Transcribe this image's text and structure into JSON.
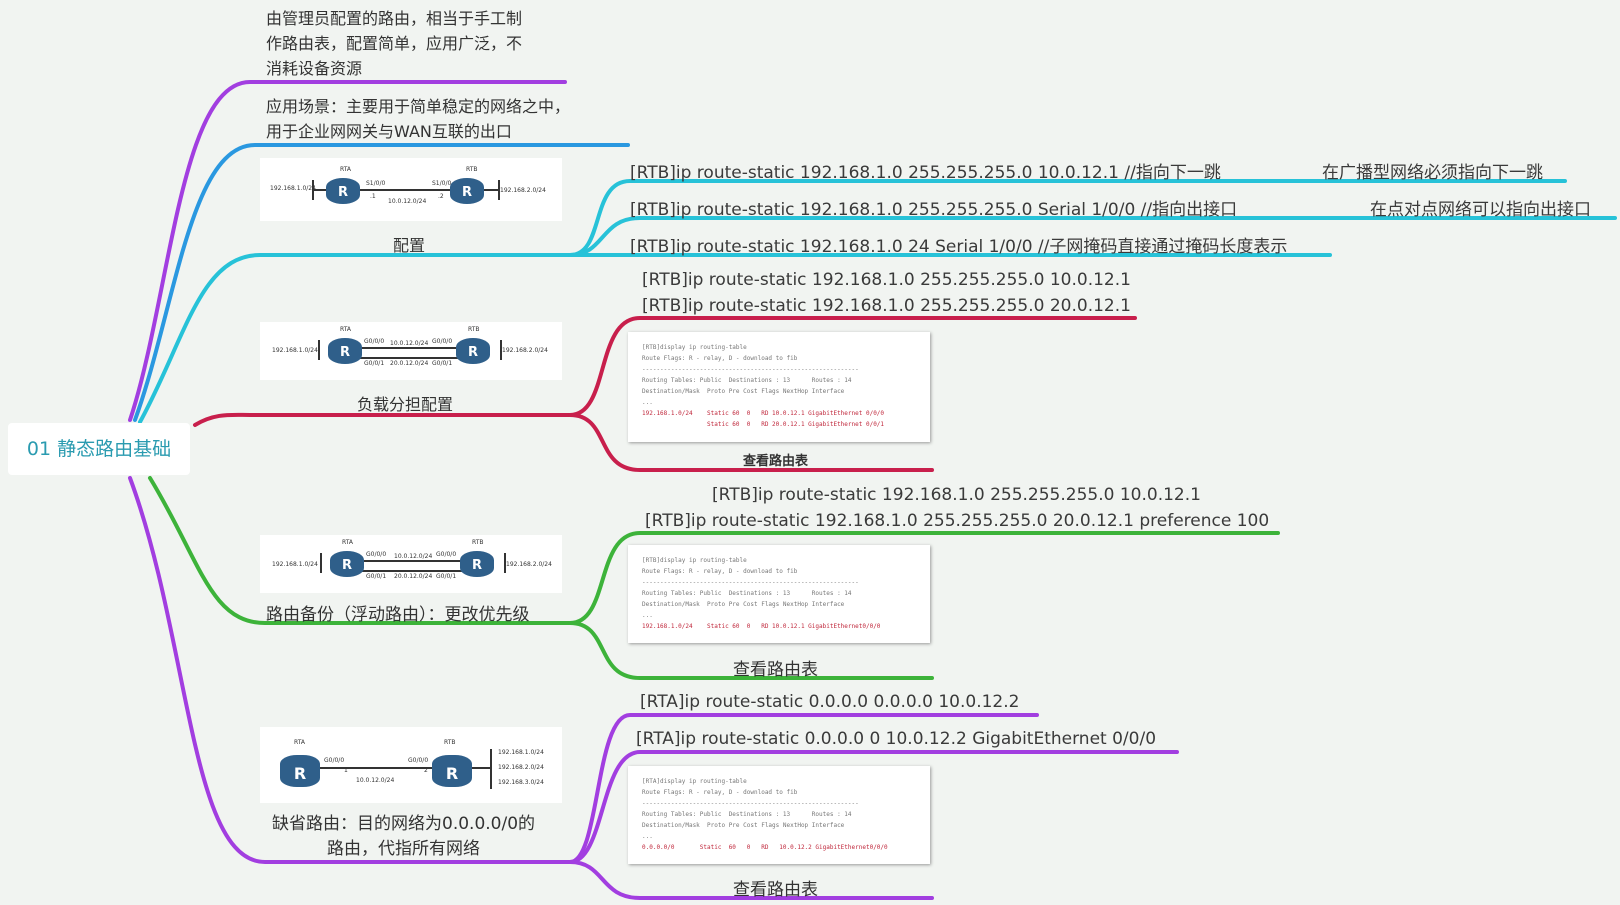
{
  "root": "01 静态路由基础",
  "colors": {
    "purple": "#a23ee0",
    "blue": "#2a98e0",
    "cyan": "#27c2d8",
    "crimson": "#c81f4c",
    "green": "#3db33a"
  },
  "intro": [
    "由管理员配置的路由，相当于手工制",
    "作路由表，配置简单，应用广泛，不",
    "消耗设备资源"
  ],
  "scene": [
    "应用场景：主要用于简单稳定的网络之中，",
    "用于企业网网关与WAN互联的出口"
  ],
  "config": {
    "label": "配置",
    "net": {
      "rta": "RTA",
      "rtb": "RTB",
      "left": "192.168.1.0/24",
      "right": "192.168.2.0/24",
      "if_a": "S1/0/0",
      "if_b": "S1/0/0",
      "link": "10.0.12.0/24",
      "a": ".1",
      "b": ".2"
    },
    "cmds": [
      {
        "cmd": "[RTB]ip route-static 192.168.1.0 255.255.255.0 10.0.12.1   //指向下一跳",
        "note": "在广播型网络必须指向下一跳"
      },
      {
        "cmd": "[RTB]ip route-static 192.168.1.0 255.255.255.0 Serial 1/0/0   //指向出接口",
        "note": "在点对点网络可以指向出接口"
      },
      {
        "cmd": "[RTB]ip route-static 192.168.1.0 24 Serial 1/0/0  //子网掩码直接通过掩码长度表示",
        "note": ""
      }
    ]
  },
  "load": {
    "label": "负载分担配置",
    "net": {
      "rta": "RTA",
      "rtb": "RTB",
      "left": "192.168.1.0/24",
      "right": "192.168.2.0/24",
      "a1": "G0/0/0",
      "a2": "G0/0/1",
      "b1": "G0/0/0",
      "b2": "G0/0/1",
      "l1": "10.0.12.0/24",
      "l2": "20.0.12.0/24"
    },
    "cmds": [
      "[RTB]ip route-static 192.168.1.0 255.255.255.0 10.0.12.1",
      "[RTB]ip route-static 192.168.1.0 255.255.255.0 20.0.12.1"
    ],
    "table": [
      "[RTB]display ip routing-table",
      "Route Flags: R - relay, D - download to fib",
      "------------------------------------------------------------",
      "Routing Tables: Public  Destinations : 13      Routes : 14",
      "Destination/Mask  Proto Pre Cost Flags NextHop Interface",
      "..."
    ],
    "table_red": [
      "192.168.1.0/24    Static 60  0   RD 10.0.12.1 GigabitEthernet 0/0/0",
      "                  Static 60  0   RD 20.0.12.1 GigabitEthernet 0/0/1"
    ],
    "caption": "查看路由表"
  },
  "backup": {
    "label": "路由备份（浮动路由）：更改优先级",
    "net": {
      "rta": "RTA",
      "rtb": "RTB",
      "left": "192.168.1.0/24",
      "right": "192.168.2.0/24",
      "a1": "G0/0/0",
      "a2": "G0/0/1",
      "b1": "G0/0/0",
      "b2": "G0/0/1",
      "l1": "10.0.12.0/24",
      "l2": "20.0.12.0/24"
    },
    "cmds": [
      "[RTB]ip route-static 192.168.1.0 255.255.255.0 10.0.12.1",
      "[RTB]ip route-static 192.168.1.0 255.255.255.0 20.0.12.1 preference 100"
    ],
    "table": [
      "[RTB]display ip routing-table",
      "Route Flags: R - relay, D - download to fib",
      "------------------------------------------------------------",
      "Routing Tables: Public  Destinations : 13      Routes : 14",
      "Destination/Mask  Proto Pre Cost Flags NextHop Interface",
      "..."
    ],
    "table_red": [
      "192.168.1.0/24    Static 60  0   RD 10.0.12.1 GigabitEthernet0/0/0"
    ],
    "caption": "查看路由表"
  },
  "default": {
    "label": [
      "缺省路由：目的网络为0.0.0.0/0的",
      "路由，代指所有网络"
    ],
    "net": {
      "rta": "RTA",
      "rtb": "RTB",
      "if_a": "G0/0/0",
      "if_b": "G0/0/0",
      "link": "10.0.12.0/24",
      "a": "1",
      "b": "2",
      "nets": [
        "192.168.1.0/24",
        "192.168.2.0/24",
        "192.168.3.0/24"
      ]
    },
    "cmds": [
      "[RTA]ip route-static 0.0.0.0 0.0.0.0 10.0.12.2",
      "[RTA]ip route-static 0.0.0.0 0 10.0.12.2 GigabitEthernet 0/0/0"
    ],
    "table": [
      "[RTA]display ip routing-table",
      "Route Flags: R - relay, D - download to fib",
      "------------------------------------------------------------",
      "Routing Tables: Public  Destinations : 13      Routes : 14",
      "Destination/Mask  Proto Pre Cost Flags NextHop Interface",
      "..."
    ],
    "table_red": [
      "0.0.0.0/0       Static  60   0   RD   10.0.12.2 GigabitEthernet0/0/0"
    ],
    "caption": "查看路由表"
  }
}
